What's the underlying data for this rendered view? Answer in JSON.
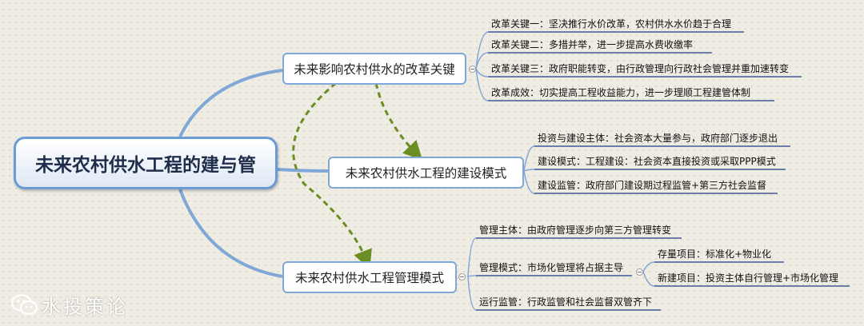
{
  "root": {
    "label": "未来农村供水工程的建与管"
  },
  "branches": [
    {
      "label": "未来影响农村供水的改革关键",
      "leaves": [
        "改革关键一：坚决推行水价改革，农村供水水价趋于合理",
        "改革关键二：多措并举，进一步提高水费收缴率",
        "改革关键三：政府职能转变，由行政管理向行政社会管理并重加速转变",
        "改革成效：切实提高工程收益能力，进一步理顺工程建管体制"
      ]
    },
    {
      "label": "未来农村供水工程的建设模式",
      "leaves": [
        "投资与建设主体：社会资本大量参与，政府部门逐步退出",
        "建设模式：工程建设：社会资本直接投资或采取PPP模式",
        "建设监管：政府部门建设期过程监管+第三方社会监督"
      ]
    },
    {
      "label": "未来农村供水工程管理模式",
      "leaves": [
        "管理主体：由政府管理逐步向第三方管理转变",
        "管理模式：市场化管理将占据主导",
        "运行监管：行政监管和社会监督双管齐下"
      ],
      "subleaves": [
        "存量项目：标准化+物业化",
        "新建项目：投资主体自行管理+市场化管理"
      ]
    }
  ],
  "watermark": {
    "text": "水投策论",
    "icon": "wechat-icon"
  },
  "colors": {
    "line": "#7fa8d8",
    "arrow": "#6b8e23",
    "underline": "#1f3a8a"
  }
}
